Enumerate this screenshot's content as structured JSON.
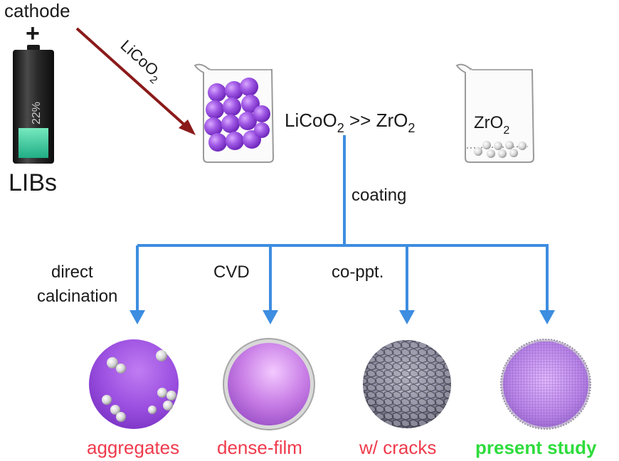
{
  "battery": {
    "top_label": "cathode",
    "plus": "+",
    "level_text": "22%",
    "level_fraction": 0.22,
    "bottom_label": "LIBs"
  },
  "arrow_label": {
    "main": "LiCoO",
    "sub": "2"
  },
  "ratio": {
    "a_main": "LiCoO",
    "a_sub": "2",
    "op": ">>",
    "b_main": "ZrO",
    "b_sub": "2"
  },
  "zro2_beaker": {
    "main": "ZrO",
    "sub": "2"
  },
  "coating_label": "coating",
  "methods": [
    {
      "label_line1": "direct",
      "label_line2": "calcination",
      "result": "aggregates",
      "result_color": "#ef3a4c"
    },
    {
      "label_line1": "CVD",
      "label_line2": "",
      "result": "dense-film",
      "result_color": "#ef3a4c"
    },
    {
      "label_line1": "co-ppt.",
      "label_line2": "",
      "result": "w/ cracks",
      "result_color": "#ef3a4c"
    },
    {
      "label_line1": "",
      "label_line2": "",
      "result": "present study",
      "result_color": "#2edc3c"
    }
  ],
  "colors": {
    "flow_blue": "#3d8de0",
    "dark_red_arrow": "#8b1a1a",
    "particle_purple": "#a65ae6",
    "battery_green": "#36d9a0"
  }
}
